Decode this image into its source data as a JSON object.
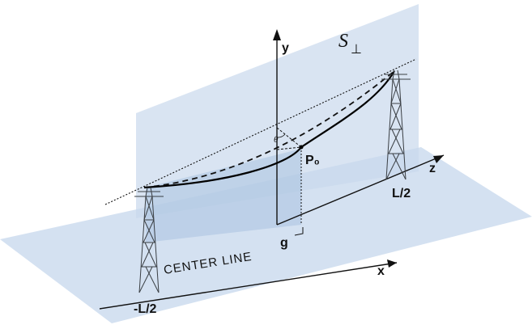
{
  "labels": {
    "y_axis": "y",
    "z_axis": "z",
    "x_axis": "x",
    "point": "P₀",
    "origin": "g",
    "half_length_pos": "L/2",
    "half_length_neg": "-L/2",
    "center_line": "CENTER  LINE",
    "plane_symbol": "S",
    "plane_subscript": "⊥",
    "angle": "θ"
  },
  "colors": {
    "plane_fill": "#c9d9ec",
    "plane_overlap": "#a9c3e0",
    "conductor": "#000000",
    "tower": "#3a3f44"
  }
}
